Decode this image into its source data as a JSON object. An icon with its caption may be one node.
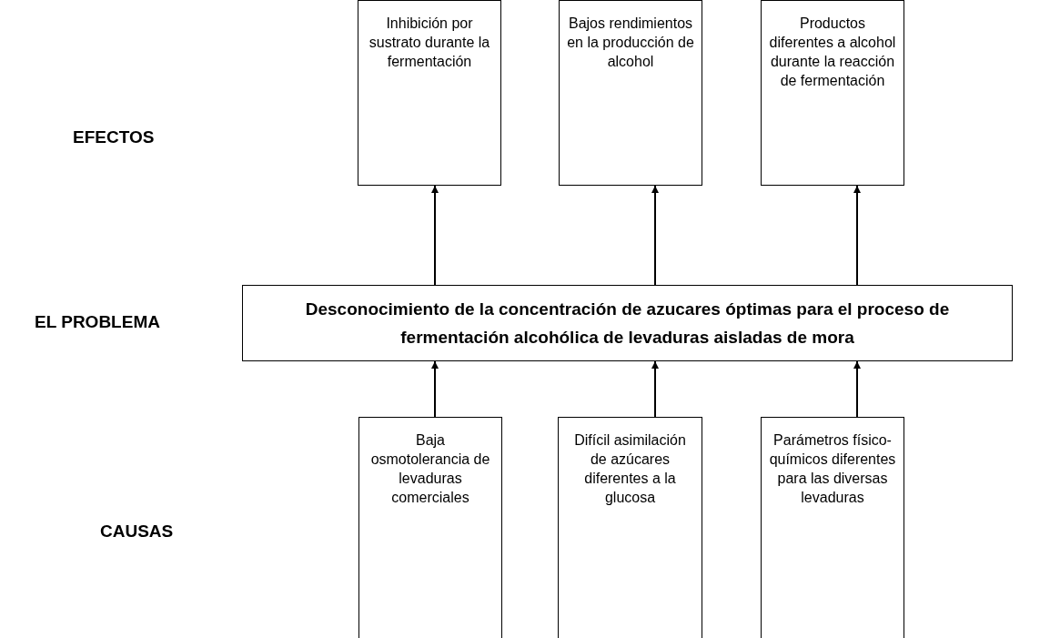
{
  "diagram": {
    "nodes": [
      {
        "text": [
          "Inhibición por sustrato durante la fermentación"
        ]
      },
      {
        "text": [
          "Bajos rendimientos en la producción de alcohol"
        ]
      },
      {
        "text": [
          "Productos diferentes a alcohol durante la reacción de fermentación"
        ]
      },
      {
        "text": [
          "Desconocimiento de la concentración de azucares óptimas para el proceso de fermentación alcohólica de levaduras aisladas de mora"
        ]
      },
      {
        "text": [
          "Baja osmotolerancia de levaduras comerciales"
        ]
      },
      {
        "text": [
          "Difícil asimilación de azúcares diferentes a la glucosa"
        ]
      },
      {
        "text": [
          "Parámetros físico-químicos diferentes para las diversas levaduras"
        ]
      }
    ],
    "edges": [
      {
        "from": 3,
        "to": 0,
        "arrow": "to"
      },
      {
        "from": 3,
        "to": 1,
        "arrow": "to"
      },
      {
        "from": 3,
        "to": 2,
        "arrow": "to"
      },
      {
        "from": 4,
        "to": 3,
        "arrow": "to"
      },
      {
        "from": 5,
        "to": 3,
        "arrow": "to"
      },
      {
        "from": 6,
        "to": 3,
        "arrow": "to"
      }
    ],
    "labels": [
      "EFECTOS",
      "EL PROBLEMA",
      "CAUSAS"
    ]
  }
}
